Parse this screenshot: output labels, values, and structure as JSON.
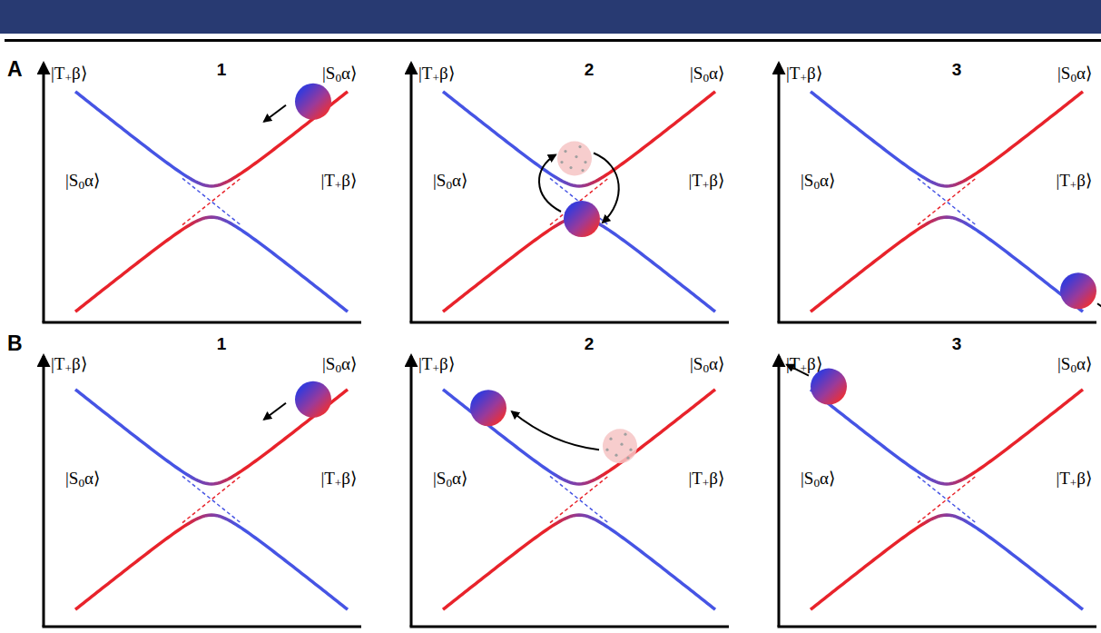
{
  "diagram": {
    "labels": [
      "A",
      "1",
      "2",
      "3",
      "|T+β⟩",
      "|S0α⟩",
      "|S0α⟩",
      "|T+β⟩",
      "|T+β⟩",
      "|S0α⟩",
      "|S0α⟩",
      "|T+β⟩",
      "|T+β⟩",
      "|S0α⟩",
      "|S0α⟩",
      "|T+β⟩",
      "B",
      "1",
      "2",
      "3",
      "|T+β⟩",
      "|S0α⟩",
      "|S0α⟩",
      "|T+β⟩",
      "|T+β⟩",
      "|S0α⟩",
      "|S0α⟩",
      "|T+β⟩",
      "|T+β⟩",
      "|S0α⟩",
      "|S0α⟩",
      "|T+β⟩"
    ]
  }
}
